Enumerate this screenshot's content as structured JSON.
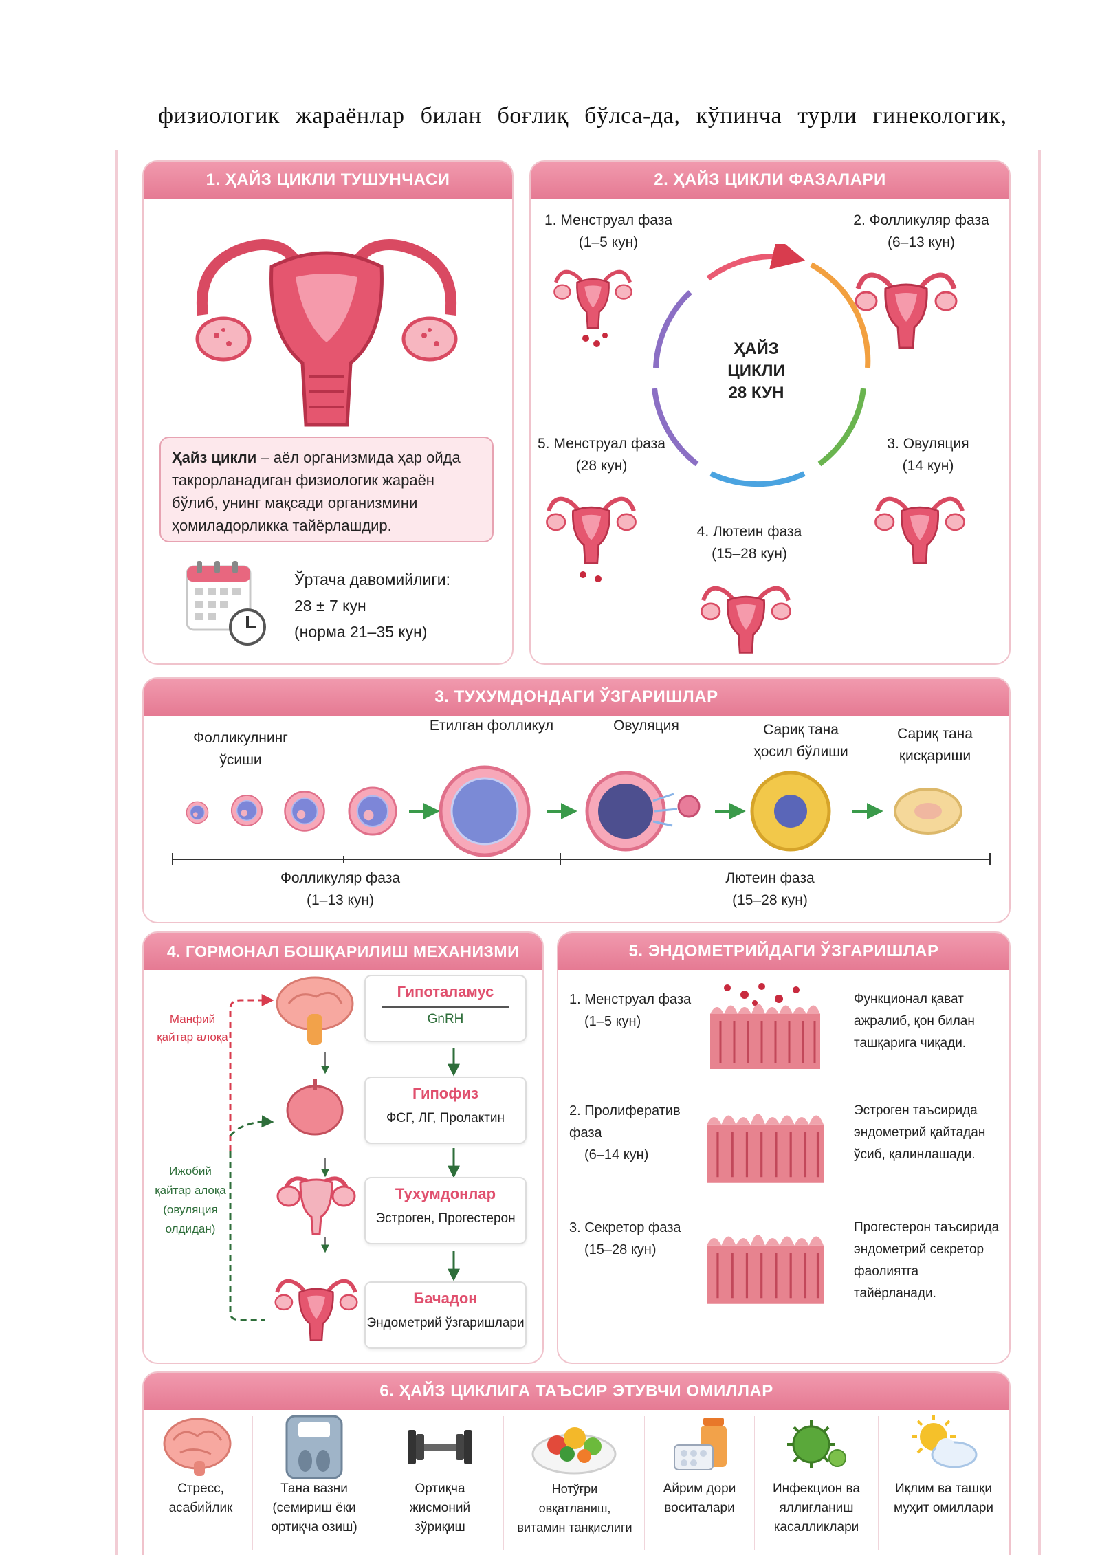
{
  "intro_line": "физиологик жараёнлар билан боғлиқ бўлса-да, кўпинча турли гинекологик,",
  "s1": {
    "title": "1. ҲАЙЗ ЦИКЛИ ТУШУНЧАСИ",
    "def_term": "Ҳайз цикли",
    "def_text": " – аёл организмида ҳар ойда такрорланадиган физиологик жараён бўлиб, унинг мақсади организмини ҳомиладорликка тайёрлашдир.",
    "dur_label": "Ўртача давомийлиги:",
    "dur_value": "28 ± 7 кун",
    "dur_norm": "(норма 21–35 кун)"
  },
  "s2": {
    "title": "2. ҲАЙЗ ЦИКЛИ ФАЗАЛАРИ",
    "center_1": "ҲАЙЗ",
    "center_2": "ЦИКЛИ",
    "center_3": "28 КУН",
    "p1_name": "1. Менструал фаза",
    "p1_days": "(1–5 кун)",
    "p2_name": "2. Фолликуляр фаза",
    "p2_days": "(6–13 кун)",
    "p3_name": "3. Овуляция",
    "p3_days": "(14 кун)",
    "p4_name": "4. Лютеин фаза",
    "p4_days": "(15–28 кун)",
    "p5_name": "5. Менструал фаза",
    "p5_days": "(28 кун)"
  },
  "s3": {
    "title": "3. ТУХУМДОНДАГИ ЎЗГАРИШЛАР",
    "l1a": "Фолликулнинг",
    "l1b": "ўсиши",
    "l2": "Етилган фолликул",
    "l3": "Овуляция",
    "l4a": "Сариқ тана",
    "l4b": "ҳосил бўлиши",
    "l5a": "Сариқ тана",
    "l5b": "қисқариши",
    "phase_f": "Фолликуляр фаза",
    "phase_f_days": "(1–13 кун)",
    "phase_l": "Лютеин фаза",
    "phase_l_days": "(15–28 кун)"
  },
  "s4": {
    "title": "4. ГОРМОНАЛ БОШҚАРИЛИШ МЕХАНИЗМИ",
    "neg_1": "Манфий",
    "neg_2": "қайтар алоқа",
    "pos_1": "Ижобий",
    "pos_2": "қайтар алоқа",
    "pos_3": "(овуляция",
    "pos_4": "олдидан)",
    "b1_title": "Гипоталамус",
    "b1_sub": "GnRH",
    "b2_title": "Гипофиз",
    "b2_sub": "ФСГ, ЛГ, Пролактин",
    "b3_title": "Тухумдонлар",
    "b3_sub": "Эстроген, Прогестерон",
    "b4_title": "Бачадон",
    "b4_sub": "Эндометрий ўзгаришлари"
  },
  "s5": {
    "title": "5. ЭНДОМЕТРИЙДАГИ ЎЗГАРИШЛАР",
    "r1_name": "1. Менструал фаза",
    "r1_days": "(1–5 кун)",
    "r1_d1": "Функционал қават",
    "r1_d2": "ажралиб, қон билан",
    "r1_d3": "ташқарига чиқади.",
    "r2_name": "2. Пролифератив фаза",
    "r2_days": "(6–14 кун)",
    "r2_d1": "Эстроген таъсирида",
    "r2_d2": "эндометрий қайтадан",
    "r2_d3": "ўсиб, қалинлашади.",
    "r3_name": "3. Секретор фаза",
    "r3_days": "(15–28 кун)",
    "r3_d1": "Прогестерон таъсирида",
    "r3_d2": "эндометрий секретор",
    "r3_d3": "фаолиятга тайёрланади."
  },
  "s6": {
    "title": "6. ҲАЙЗ ЦИКЛИГА ТАЪСИР ЭТУВЧИ ОМИЛЛАР",
    "items": [
      {
        "l1": "Стресс,",
        "l2": "асабийлик",
        "l3": "",
        "icon": "brain-icon"
      },
      {
        "l1": "Тана вазни",
        "l2": "(семириш ёки",
        "l3": "ортиқча озиш)",
        "icon": "scale-icon"
      },
      {
        "l1": "Ортиқча",
        "l2": "жисмоний",
        "l3": "зўриқиш",
        "icon": "dumbbell-icon"
      },
      {
        "l1": "Нотўғри",
        "l2": "овқатланиш,",
        "l3": "витамин танқислиги",
        "icon": "food-plate-icon"
      },
      {
        "l1": "Айрим дори",
        "l2": "воситалари",
        "l3": "",
        "icon": "medicine-icon"
      },
      {
        "l1": "Инфекцион ва",
        "l2": "яллиғланиш",
        "l3": "касалликлари",
        "icon": "virus-icon"
      },
      {
        "l1": "Иқлим ва ташқи",
        "l2": "муҳит омиллари",
        "l3": "",
        "icon": "weather-icon"
      }
    ]
  },
  "colors": {
    "accent": "#e57a93",
    "uterus": "#d94a62",
    "panel_border": "#f0c3cc",
    "green": "#3a9a4a",
    "red_dashed": "#d83c4e"
  }
}
